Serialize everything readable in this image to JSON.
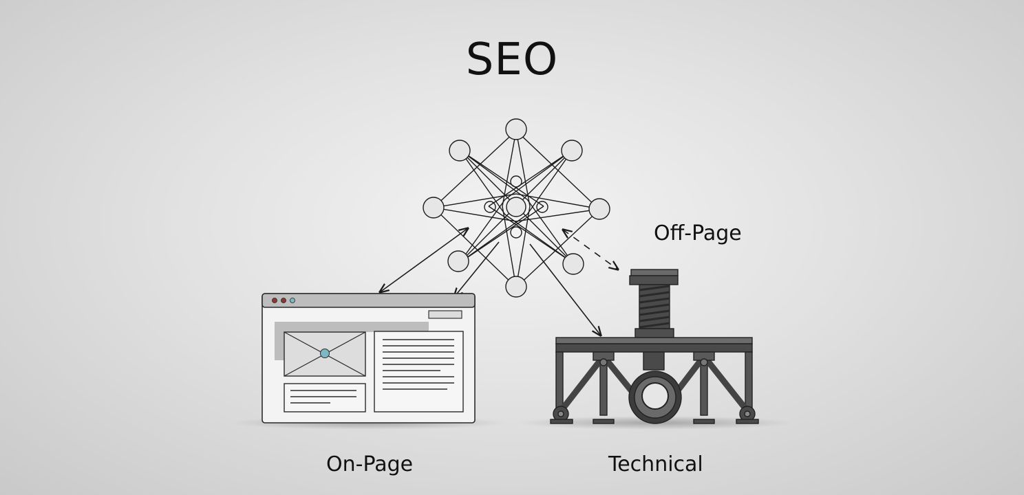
{
  "title": "SEO",
  "labels": {
    "off_page": "Off-Page",
    "on_page": "On-Page",
    "technical": "Technical"
  },
  "icons": [
    "network-star-icon",
    "browser-window-icon",
    "press-machine-icon"
  ],
  "colors": {
    "line": "#1c1c1c",
    "metal": "#5a5a5a",
    "metal_dark": "#3a3a3a",
    "browser_bg": "#f2f2f2",
    "browser_bar": "#bdbdbd",
    "image_dot": "#7fb7c2"
  }
}
